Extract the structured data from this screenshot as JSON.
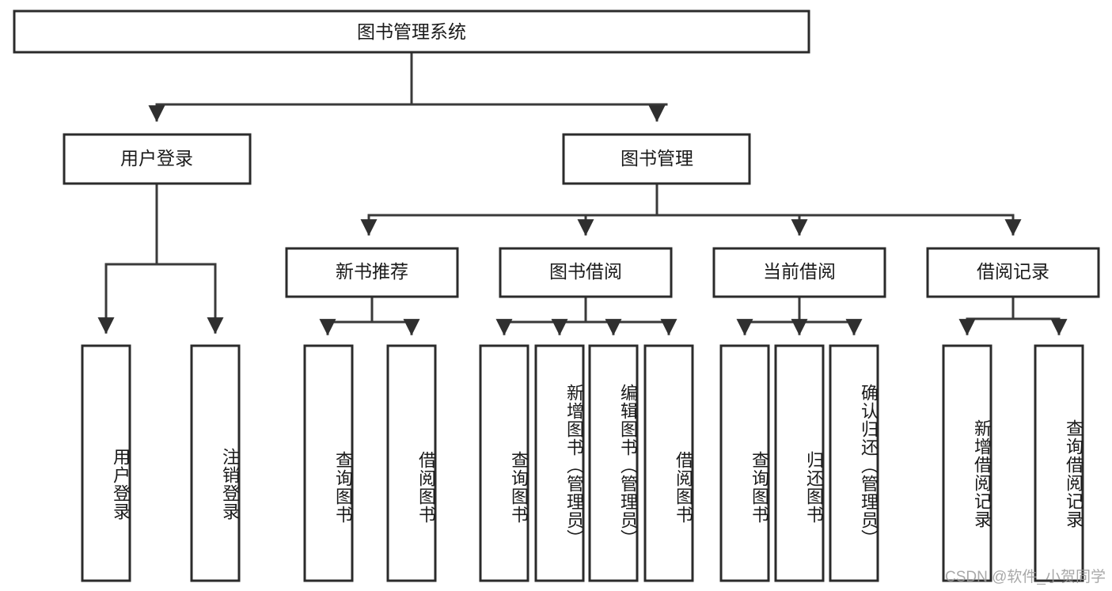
{
  "diagram": {
    "title_text": "图书管理系统",
    "type": "hierarchy-tree",
    "watermark": "CSDN @软件_小贺同学",
    "colors": {
      "box_stroke": "#2b2b2b",
      "box_fill": "#ffffff",
      "connector": "#3a3a3a",
      "text": "#1a1a1a",
      "watermark": "#9a9a9a",
      "background": "#ffffff"
    },
    "levels": {
      "root": {
        "label": "图书管理系统"
      },
      "level2": [
        {
          "label": "用户登录"
        },
        {
          "label": "图书管理"
        }
      ],
      "level3": [
        {
          "label": "新书推荐"
        },
        {
          "label": "图书借阅"
        },
        {
          "label": "当前借阅"
        },
        {
          "label": "借阅记录"
        }
      ],
      "leaves": {
        "user_login_group": [
          {
            "label": "用户登录"
          },
          {
            "label": "注销登录"
          }
        ],
        "new_book_group": [
          {
            "label": "查询图书"
          },
          {
            "label": "借阅图书"
          }
        ],
        "borrow_group": [
          {
            "label": "查询图书"
          },
          {
            "label": "新增图书（管理员）"
          },
          {
            "label": "编辑图书（管理员）"
          },
          {
            "label": "借阅图书"
          }
        ],
        "current_group": [
          {
            "label": "查询图书"
          },
          {
            "label": "归还图书"
          },
          {
            "label": "确认归还（管理员）"
          }
        ],
        "record_group": [
          {
            "label": "新增借阅记录"
          },
          {
            "label": "查询借阅记录"
          }
        ]
      }
    }
  }
}
